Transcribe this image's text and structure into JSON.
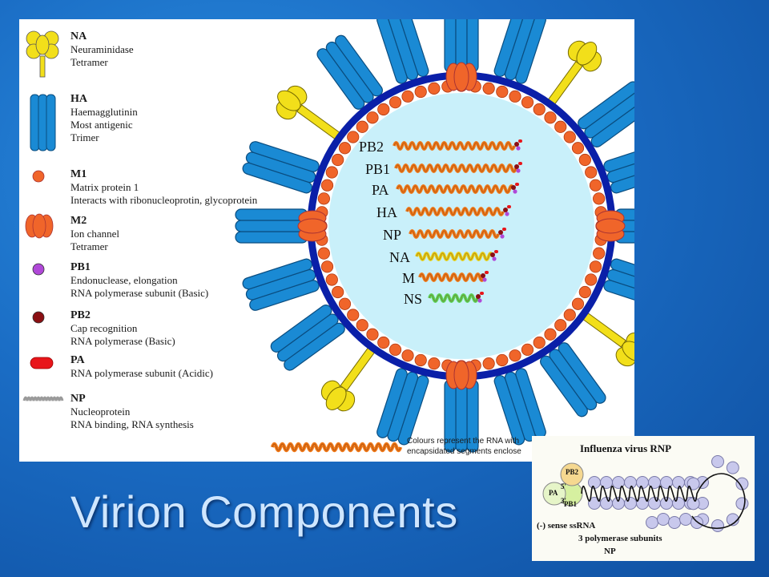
{
  "title": "Virion Components",
  "legend": [
    {
      "title": "NA",
      "lines": [
        "Neuraminidase",
        "Tetramer"
      ],
      "icon": "na-tetramer-icon",
      "color": "#f2df1a"
    },
    {
      "title": "HA",
      "lines": [
        "Haemagglutinin",
        "Most antigenic",
        "Trimer"
      ],
      "icon": "ha-trimer-icon",
      "color": "#1a8ad4"
    },
    {
      "title": "M1",
      "lines": [
        "Matrix protein 1",
        "Interacts with ribonucleoprotin, glycoprotein"
      ],
      "icon": "m1-dot-icon",
      "color": "#f0652a"
    },
    {
      "title": "M2",
      "lines": [
        "Ion channel",
        "Tetramer"
      ],
      "icon": "m2-channel-icon",
      "color": "#f0652a"
    },
    {
      "title": "PB1",
      "lines": [
        "Endonuclease, elongation",
        "RNA polymerase subunit (Basic)"
      ],
      "icon": "pb1-dot-icon",
      "color": "#b048d8"
    },
    {
      "title": "PB2",
      "lines": [
        "Cap recognition",
        "RNA polymerase (Basic)"
      ],
      "icon": "pb2-dot-icon",
      "color": "#8a0f12"
    },
    {
      "title": "PA",
      "lines": [
        "RNA polymerase subunit (Acidic)"
      ],
      "icon": "pa-capsule-icon",
      "color": "#e8151a"
    },
    {
      "title": "NP",
      "lines": [
        "Nucleoprotein",
        "RNA binding, RNA synthesis"
      ],
      "icon": "np-coil-icon",
      "color": "#999999"
    }
  ],
  "segments": [
    {
      "label": "PB2",
      "color": "#f07a1a"
    },
    {
      "label": "PB1",
      "color": "#f07a1a"
    },
    {
      "label": "PA",
      "color": "#f07a1a"
    },
    {
      "label": "HA",
      "color": "#f07a1a"
    },
    {
      "label": "NP",
      "color": "#f07a1a"
    },
    {
      "label": "NA",
      "color": "#e6d21a"
    },
    {
      "label": "M",
      "color": "#f07a1a"
    },
    {
      "label": "NS",
      "color": "#5ad65a"
    }
  ],
  "footnote": {
    "line1": "Colours represent the RNA with",
    "line2": "encapsidated segments enclose"
  },
  "inset": {
    "title": "Influenza virus RNP",
    "pb2": "PB2",
    "pa": "PA",
    "pb1": "PB1",
    "five": "5'",
    "three": "3'",
    "sense": "(-) sense ssRNA",
    "subunits": "3 polymerase subunits",
    "np": "NP"
  },
  "colors": {
    "envelope": "#0a1fa8",
    "interior": "#c9f0fa",
    "ha": "#1a8ad4",
    "na": "#f2df1a",
    "m1": "#f0652a",
    "m2": "#f0652a"
  }
}
